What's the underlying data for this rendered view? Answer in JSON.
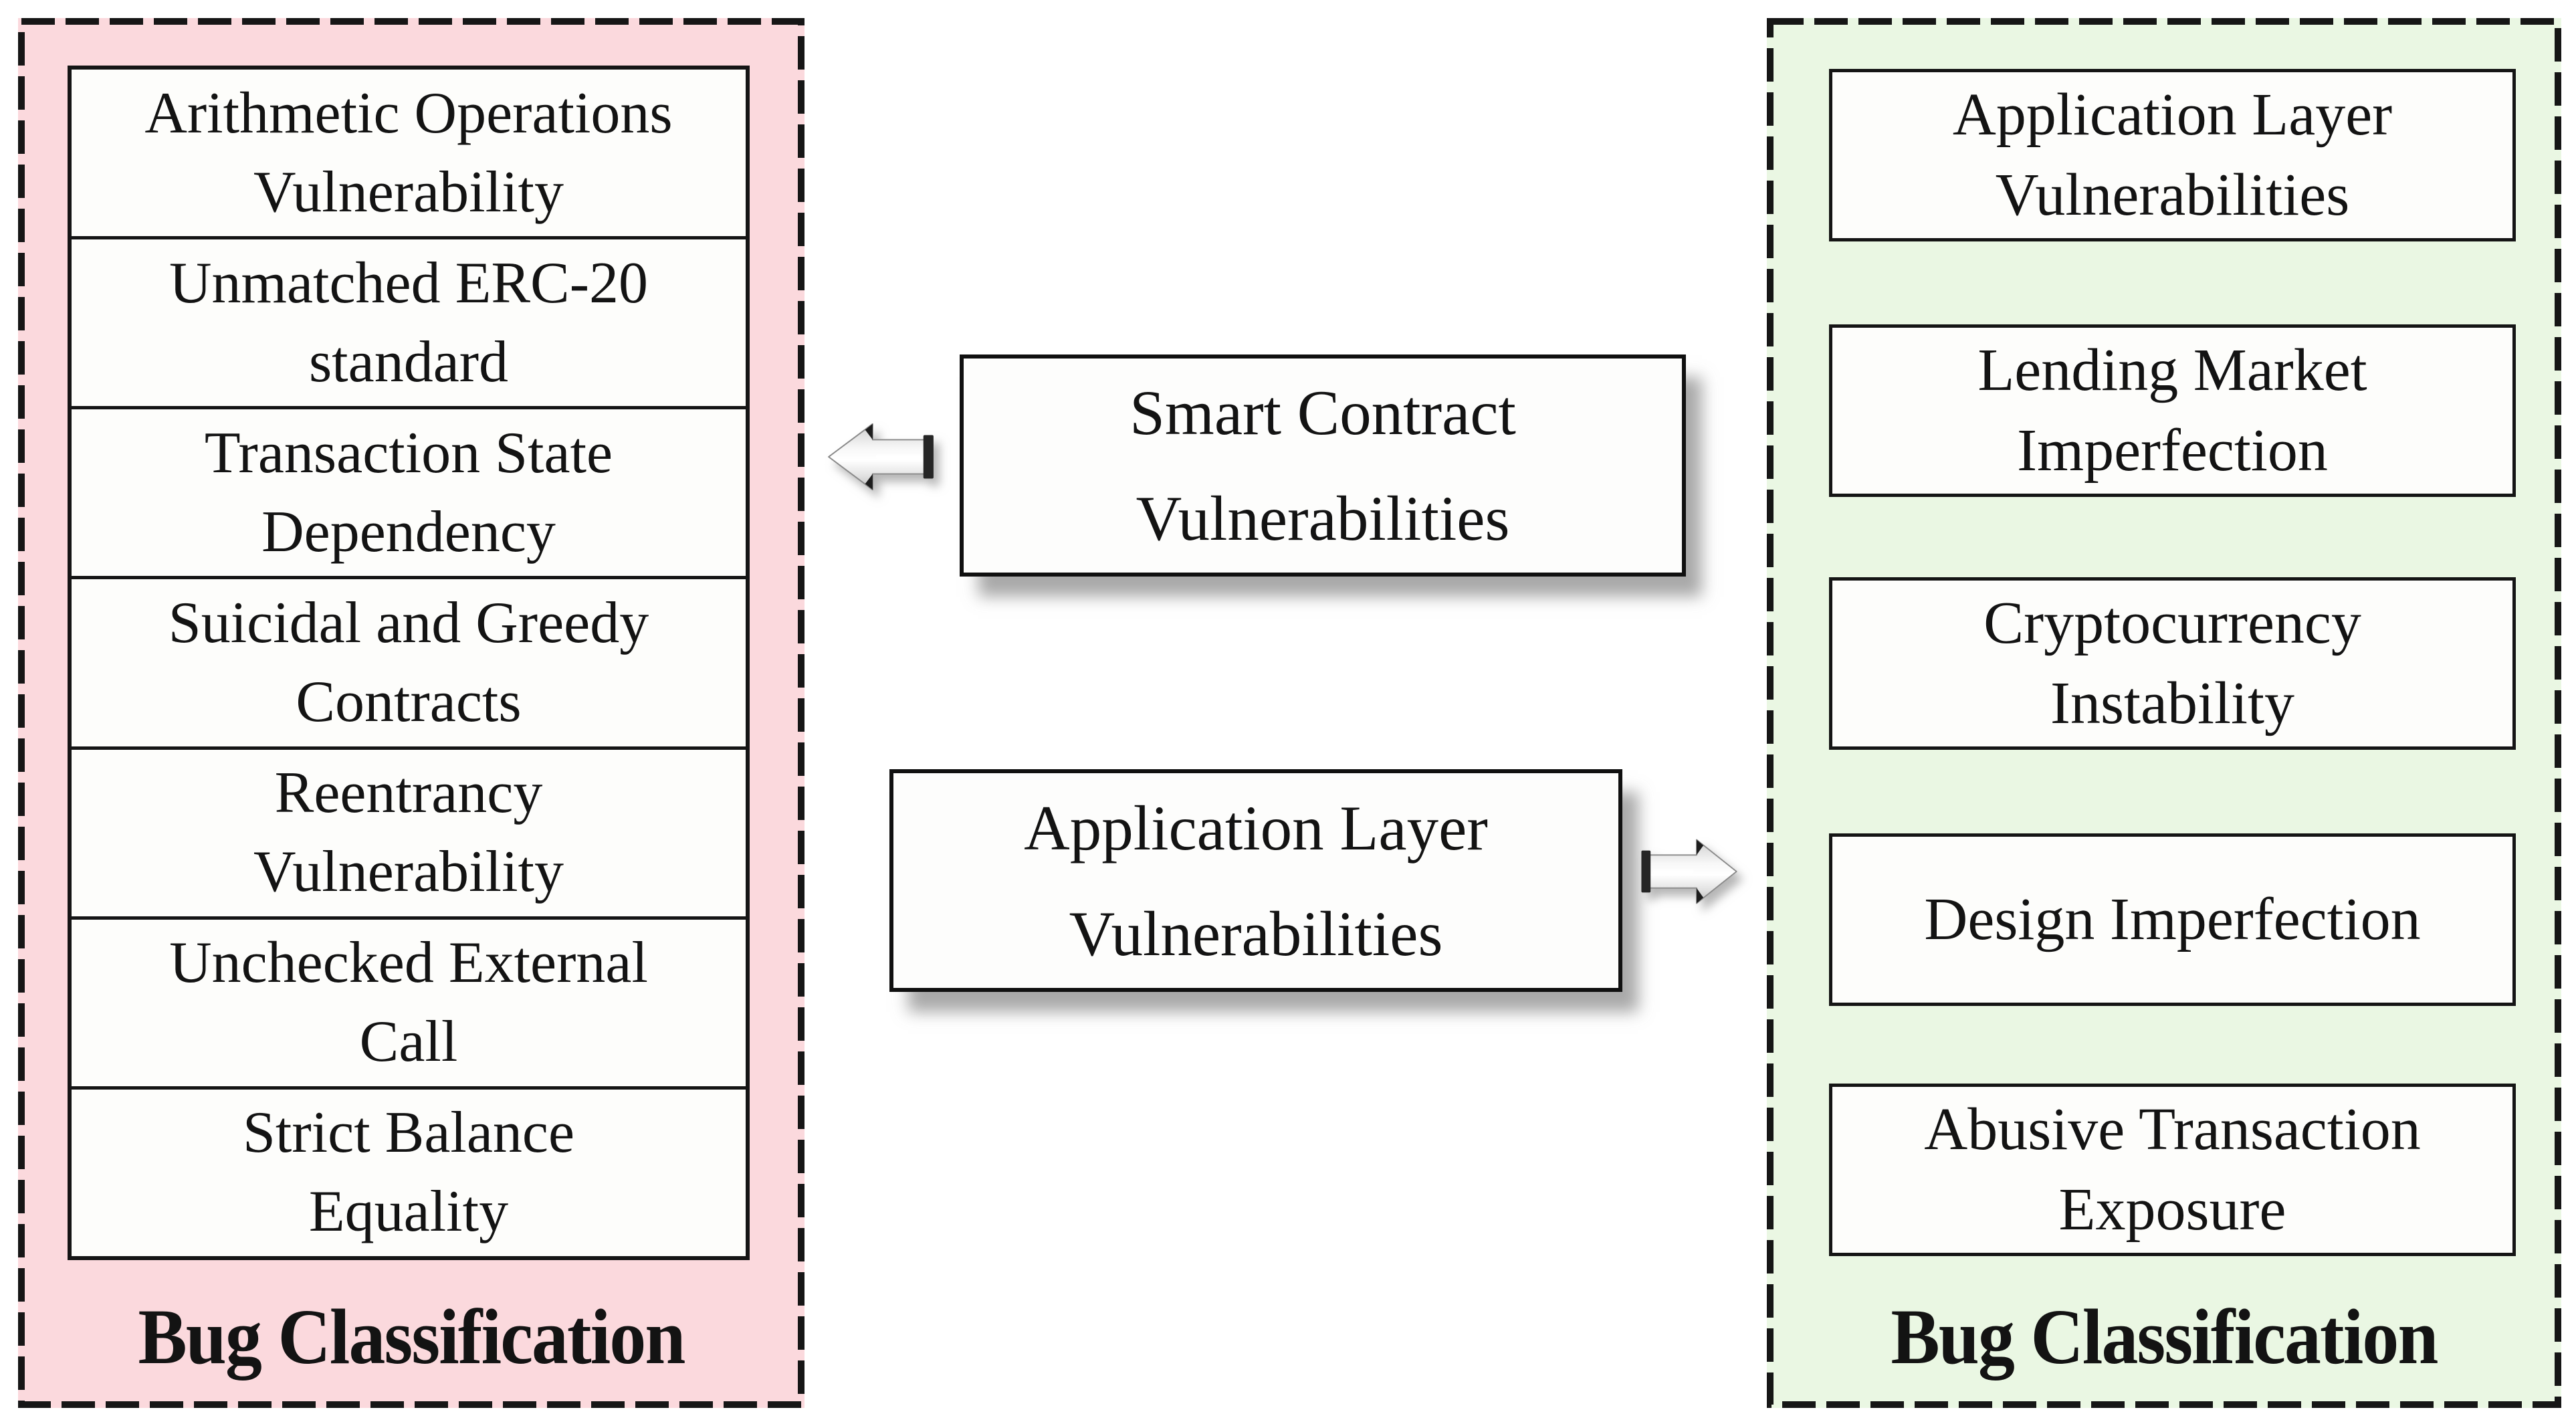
{
  "left_panel": {
    "label": "Bug Classification",
    "rows": [
      {
        "line1": "Arithmetic Operations",
        "line2": "Vulnerability"
      },
      {
        "line1": "Unmatched ERC-20",
        "line2": "standard"
      },
      {
        "line1": "Transaction State",
        "line2": "Dependency"
      },
      {
        "line1": "Suicidal and Greedy",
        "line2": "Contracts"
      },
      {
        "line1": "Reentrancy",
        "line2": "Vulnerability"
      },
      {
        "line1": "Unchecked External",
        "line2": "Call"
      },
      {
        "line1": "Strict Balance",
        "line2": "Equality"
      }
    ]
  },
  "center": {
    "smart_contract_box": {
      "line1": "Smart Contract",
      "line2": "Vulnerabilities"
    },
    "application_layer_box": {
      "line1": "Application Layer",
      "line2": "Vulnerabilities"
    },
    "left_arrow_icon": "left-block-arrow",
    "right_arrow_icon": "right-block-arrow"
  },
  "right_panel": {
    "label": "Bug Classification",
    "boxes": [
      {
        "line1": "Application Layer",
        "line2": "Vulnerabilities"
      },
      {
        "line1": "Lending Market",
        "line2": "Imperfection"
      },
      {
        "line1": "Cryptocurrency",
        "line2": "Instability"
      },
      {
        "line1": "Design Imperfection",
        "line2": ""
      },
      {
        "line1": "Abusive Transaction",
        "line2": "Exposure"
      }
    ]
  },
  "colors": {
    "pink_panel_bg": "#fbd9dd",
    "green_panel_bg": "#eaf7e3",
    "box_bg": "#fdfdfb",
    "border": "#151515",
    "text": "#131313",
    "arrow_fill": "#e8e8e8",
    "arrow_accent": "#262626"
  }
}
